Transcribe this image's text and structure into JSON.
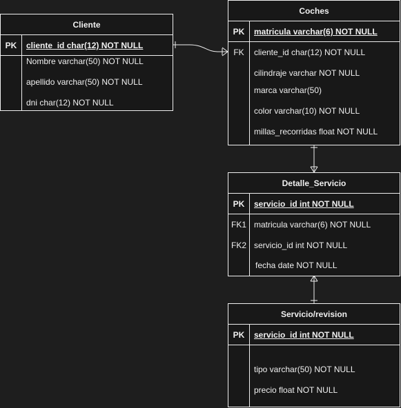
{
  "entities": {
    "cliente": {
      "title": "Cliente",
      "pk": {
        "key": "PK",
        "attr": "cliente_id char(12) NOT NULL"
      },
      "fields": [
        {
          "key": "",
          "attr": "Nombre varchar(50) NOT NULL"
        },
        {
          "key": "",
          "attr": "apellido varchar(50) NOT NULL"
        },
        {
          "key": "",
          "attr": "dni char(12) NOT NULL"
        }
      ]
    },
    "coches": {
      "title": "Coches",
      "pk": {
        "key": "PK",
        "attr": "matricula varchar(6) NOT NULL"
      },
      "fields": [
        {
          "key": "FK",
          "attr": "cliente_id char(12) NOT NULL"
        },
        {
          "key": "",
          "attr": "cilindraje varchar NOT NULL"
        },
        {
          "key": "",
          "attr": "marca varchar(50)"
        },
        {
          "key": "",
          "attr": "color varchar(10) NOT NULL"
        },
        {
          "key": "",
          "attr": "millas_recorridas float NOT NULL"
        }
      ]
    },
    "detalle_servicio": {
      "title": "Detalle_Servicio",
      "pk": {
        "key": "PK",
        "attr": "servicio_id int NOT NULL"
      },
      "fields": [
        {
          "key": "FK1",
          "attr": "matricula varchar(6) NOT NULL"
        },
        {
          "key": "FK2",
          "attr": "servicio_id int NOT NULL"
        },
        {
          "key": "",
          "attr": "fecha date NOT NULL"
        }
      ]
    },
    "servicio_revision": {
      "title": "Servicio/revision",
      "pk": {
        "key": "PK",
        "attr": "servicio_id int NOT NULL"
      },
      "fields": [
        {
          "key": "",
          "attr": "tipo varchar(50) NOT NULL"
        },
        {
          "key": "",
          "attr": "precio float NOT NULL"
        }
      ]
    }
  },
  "relationships": [
    {
      "from": "Cliente",
      "to": "Coches",
      "from_end": "one",
      "to_end": "many"
    },
    {
      "from": "Coches",
      "to": "Detalle_Servicio",
      "from_end": "one",
      "to_end": "many"
    },
    {
      "from": "Detalle_Servicio",
      "to": "Servicio/revision",
      "from_end": "many",
      "to_end": "one"
    }
  ],
  "colors": {
    "background": "#1e1e1e",
    "table_fill": "#181818",
    "line": "#f0f0f0",
    "text": "#f0f0f0"
  }
}
